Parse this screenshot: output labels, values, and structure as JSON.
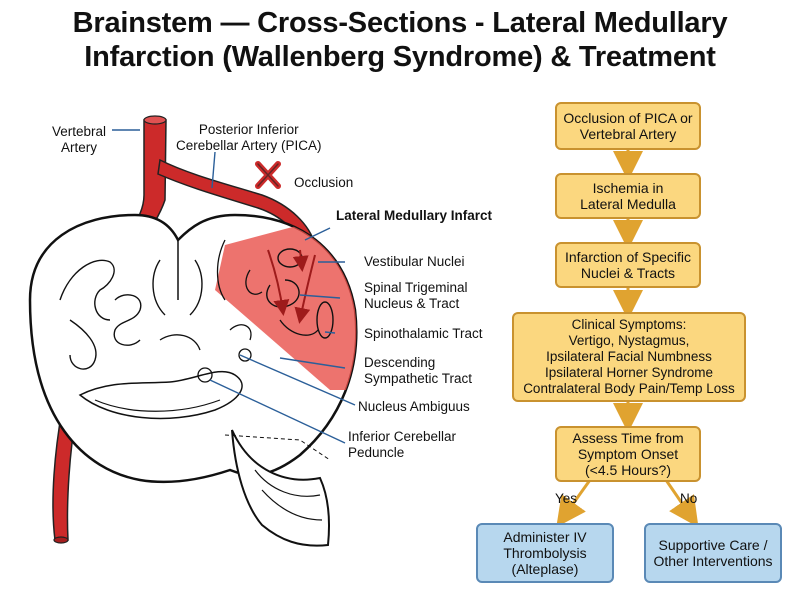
{
  "title": {
    "line1": "Brainstem — Cross-Sections - Lateral Medullary",
    "line2": "Infarction (Wallenberg Syndrome) & Treatment"
  },
  "diagram": {
    "vertebral_artery": [
      "Vertebral",
      "Artery"
    ],
    "pica": [
      "Posterior Inferior",
      "Cerebellar Artery (PICA)"
    ],
    "occlusion": "Occlusion",
    "infarct": "Lateral Medullary Infarct",
    "vestibular": "Vestibular Nuclei",
    "trigeminal": [
      "Spinal Trigeminal",
      "Nucleus & Tract"
    ],
    "spinothalamic": "Spinothalamic Tract",
    "sympathetic": [
      "Descending",
      "Sympathetic Tract"
    ],
    "ambiguus": "Nucleus Ambiguus",
    "icp": [
      "Inferior Cerebellar",
      "Peduncle"
    ]
  },
  "flowchart": {
    "step1": [
      "Occlusion of PICA or",
      "Vertebral Artery"
    ],
    "step2": [
      "Ischemia in",
      "Lateral Medulla"
    ],
    "step3": [
      "Infarction of Specific",
      "Nuclei & Tracts"
    ],
    "step4": [
      "Clinical Symptoms:",
      "Vertigo, Nystagmus,",
      "Ipsilateral Facial Numbness",
      "Ipsilateral Horner Syndrome",
      "Contralateral Body Pain/Temp Loss"
    ],
    "step5": [
      "Assess Time from",
      "Symptom Onset",
      "(<4.5 Hours?)"
    ],
    "yes": "Yes",
    "no": "No",
    "yes_box": [
      "Administer IV",
      "Thrombolysis",
      "(Alteplase)"
    ],
    "no_box": [
      "Supportive Care /",
      "Other Interventions"
    ]
  },
  "colors": {
    "box_fill": "#fbd77f",
    "box_border": "#c9922f",
    "arrow": "#e0a330",
    "artery": "#cc2a2a",
    "infarct": "#e8504a",
    "blue_fill": "#b7d7ee",
    "blue_border": "#5a89b6"
  }
}
